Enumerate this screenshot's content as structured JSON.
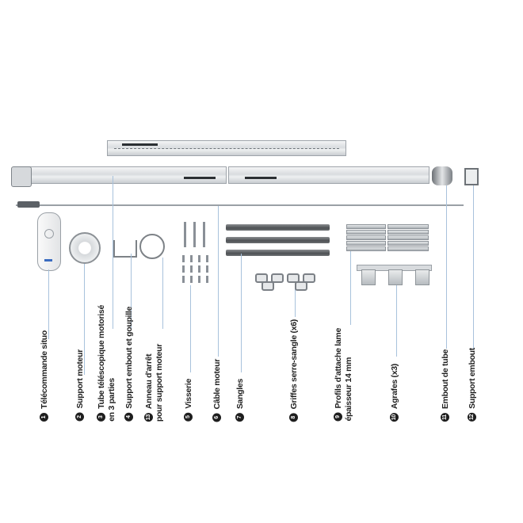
{
  "leader_color": "#a8c2dc",
  "parts": [
    {
      "number": "1",
      "label": "Télécommande situo"
    },
    {
      "number": "2",
      "label": "Support moteur"
    },
    {
      "number": "3",
      "label": "Tube téléscopique motorisé",
      "label2": "en 3 parties"
    },
    {
      "number": "4",
      "label": "Support embout et goupille"
    },
    {
      "number": "13",
      "label": "Anneau d'arrêt",
      "label2": "pour support moteur"
    },
    {
      "number": "5",
      "label": "Visserie"
    },
    {
      "number": "6",
      "label": "Câble moteur"
    },
    {
      "number": "7",
      "label": "Sangles"
    },
    {
      "number": "8",
      "label": "Griffes serre-sangle (x6)"
    },
    {
      "number": "9",
      "label": "Profils d'attache lame",
      "label2": "épaisseur 14 mm"
    },
    {
      "number": "10",
      "label": "Agrafes (x3)"
    },
    {
      "number": "11",
      "label": "Embout de tube"
    },
    {
      "number": "12",
      "label": "Support embout"
    }
  ]
}
